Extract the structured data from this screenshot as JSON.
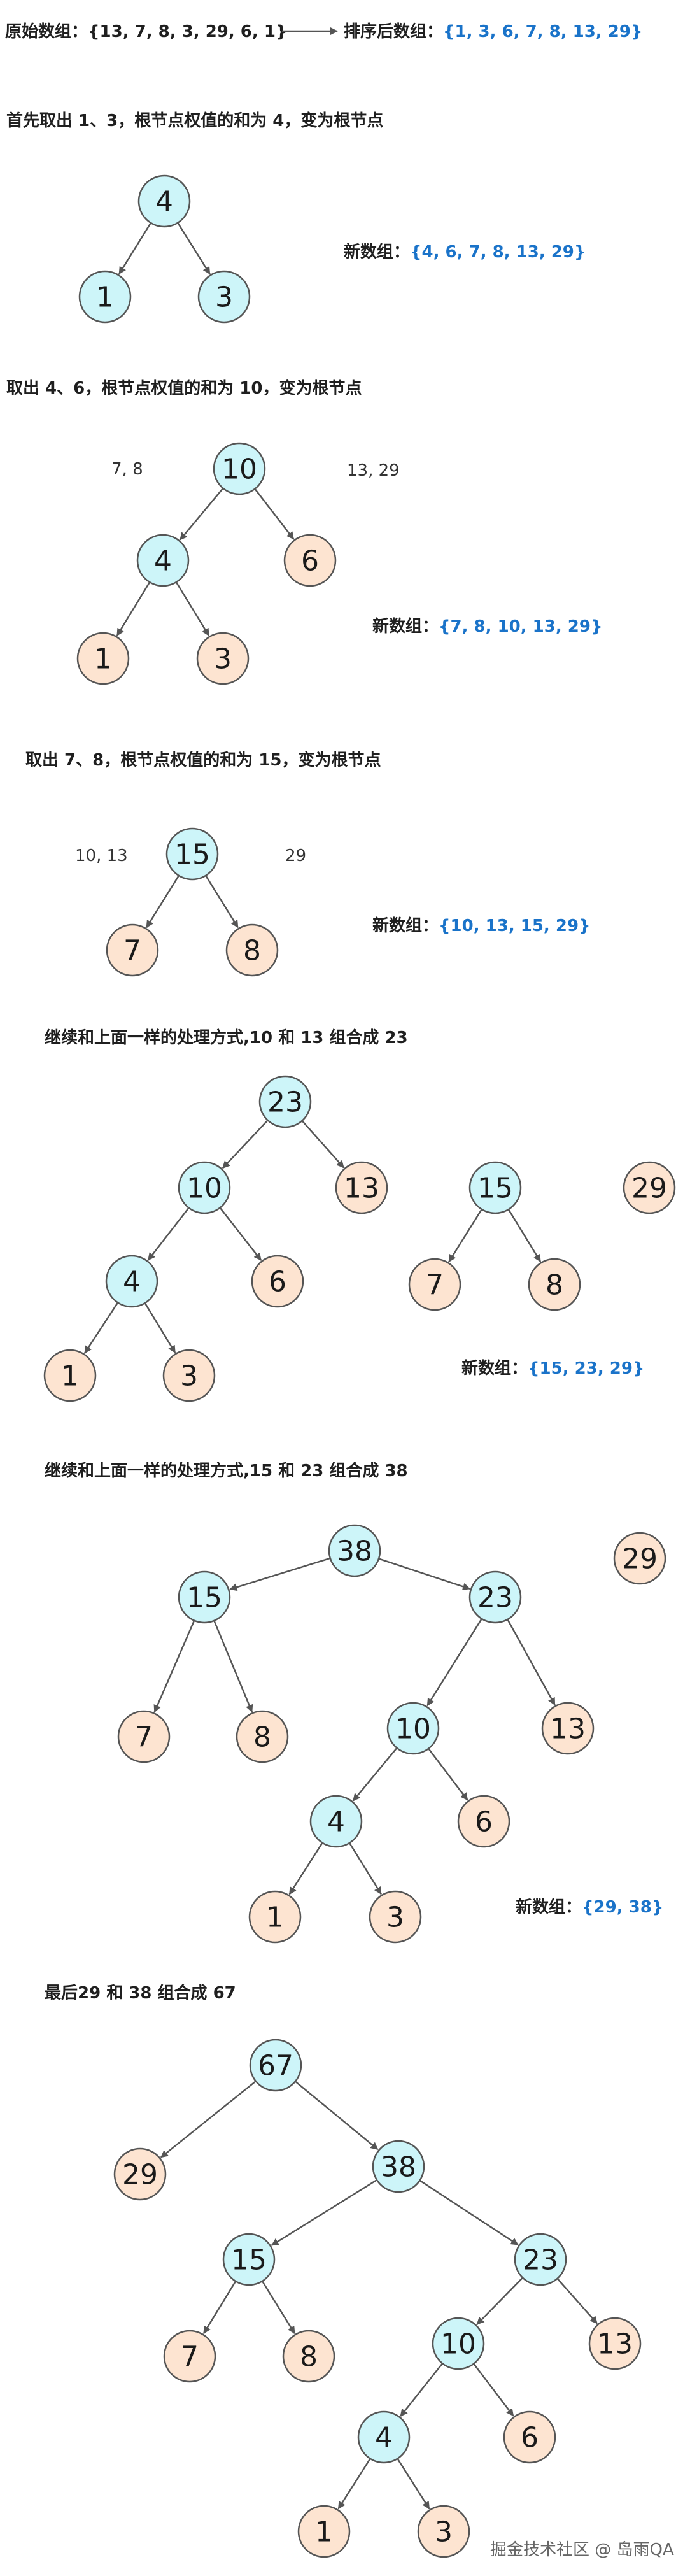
{
  "colors": {
    "internal_fill": "#cdf5f9",
    "leaf_fill": "#fde4d1",
    "node_stroke": "#555555",
    "edge": "#555555",
    "accent": "#1a73c9",
    "text": "#1f1f1f"
  },
  "header": {
    "original_label": "原始数组：",
    "original_value": "{13, 7, 8, 3, 29, 6, 1}",
    "sorted_label": "排序后数组：",
    "sorted_value": "{1, 3, 6, 7, 8, 13, 29}"
  },
  "steps": [
    {
      "id": "step1",
      "heading": "首先取出 1、3，根节点权值的和为 4，变为根节点",
      "array_label": "新数组：",
      "array_value": "{4, 6, 7, 8, 13, 29}",
      "side_labels": []
    },
    {
      "id": "step2",
      "heading": "取出 4、6，根节点权值的和为 10，变为根节点",
      "array_label": "新数组：",
      "array_value": "{7, 8, 10, 13, 29}",
      "side_labels": [
        "7, 8",
        "13, 29"
      ]
    },
    {
      "id": "step3",
      "heading": "取出 7、8，根节点权值的和为 15，变为根节点",
      "array_label": "新数组：",
      "array_value": "{10, 13, 15, 29}",
      "side_labels": [
        "10, 13",
        "29"
      ]
    },
    {
      "id": "step4",
      "heading": "继续和上面一样的处理方式,10 和 13 组合成 23",
      "array_label": "新数组：",
      "array_value": "{15, 23, 29}",
      "side_labels": []
    },
    {
      "id": "step5",
      "heading": "继续和上面一样的处理方式,15 和 23 组合成 38",
      "array_label": "新数组：",
      "array_value": "{29, 38}",
      "side_labels": []
    },
    {
      "id": "step6",
      "heading": "最后29 和 38 组合成 67",
      "array_label": "",
      "array_value": "",
      "side_labels": []
    }
  ],
  "trees": {
    "step1": [
      {
        "v": "4",
        "t": "internal",
        "p": null
      },
      {
        "v": "1",
        "t": "internal",
        "p": 0
      },
      {
        "v": "3",
        "t": "internal",
        "p": 0
      }
    ],
    "step2": [
      {
        "v": "10",
        "t": "internal",
        "p": null
      },
      {
        "v": "4",
        "t": "internal",
        "p": 0
      },
      {
        "v": "6",
        "t": "leaf",
        "p": 0
      },
      {
        "v": "1",
        "t": "leaf",
        "p": 1
      },
      {
        "v": "3",
        "t": "leaf",
        "p": 1
      }
    ],
    "step3": [
      {
        "v": "15",
        "t": "internal",
        "p": null
      },
      {
        "v": "7",
        "t": "leaf",
        "p": 0
      },
      {
        "v": "8",
        "t": "leaf",
        "p": 0
      }
    ],
    "step4": [
      {
        "v": "23",
        "t": "internal",
        "p": null
      },
      {
        "v": "10",
        "t": "internal",
        "p": 0
      },
      {
        "v": "13",
        "t": "leaf",
        "p": 0
      },
      {
        "v": "4",
        "t": "internal",
        "p": 1
      },
      {
        "v": "6",
        "t": "leaf",
        "p": 1
      },
      {
        "v": "1",
        "t": "leaf",
        "p": 3
      },
      {
        "v": "3",
        "t": "leaf",
        "p": 3
      },
      {
        "v": "15",
        "t": "internal",
        "p": null
      },
      {
        "v": "7",
        "t": "leaf",
        "p": 7
      },
      {
        "v": "8",
        "t": "leaf",
        "p": 7
      },
      {
        "v": "29",
        "t": "leaf",
        "p": null
      }
    ],
    "step5": [
      {
        "v": "38",
        "t": "internal",
        "p": null
      },
      {
        "v": "15",
        "t": "internal",
        "p": 0
      },
      {
        "v": "23",
        "t": "internal",
        "p": 0
      },
      {
        "v": "7",
        "t": "leaf",
        "p": 1
      },
      {
        "v": "8",
        "t": "leaf",
        "p": 1
      },
      {
        "v": "10",
        "t": "internal",
        "p": 2
      },
      {
        "v": "13",
        "t": "leaf",
        "p": 2
      },
      {
        "v": "4",
        "t": "internal",
        "p": 5
      },
      {
        "v": "6",
        "t": "leaf",
        "p": 5
      },
      {
        "v": "1",
        "t": "leaf",
        "p": 7
      },
      {
        "v": "3",
        "t": "leaf",
        "p": 7
      },
      {
        "v": "29",
        "t": "leaf",
        "p": null
      }
    ],
    "step6": [
      {
        "v": "67",
        "t": "internal",
        "p": null
      },
      {
        "v": "29",
        "t": "leaf",
        "p": 0
      },
      {
        "v": "38",
        "t": "internal",
        "p": 0
      },
      {
        "v": "15",
        "t": "internal",
        "p": 2
      },
      {
        "v": "23",
        "t": "internal",
        "p": 2
      },
      {
        "v": "7",
        "t": "leaf",
        "p": 3
      },
      {
        "v": "8",
        "t": "leaf",
        "p": 3
      },
      {
        "v": "10",
        "t": "internal",
        "p": 4
      },
      {
        "v": "13",
        "t": "leaf",
        "p": 4
      },
      {
        "v": "4",
        "t": "internal",
        "p": 7
      },
      {
        "v": "6",
        "t": "leaf",
        "p": 7
      },
      {
        "v": "1",
        "t": "leaf",
        "p": 9
      },
      {
        "v": "3",
        "t": "leaf",
        "p": 9
      }
    ]
  },
  "watermark": "掘金技术社区 @ 岛雨QA"
}
